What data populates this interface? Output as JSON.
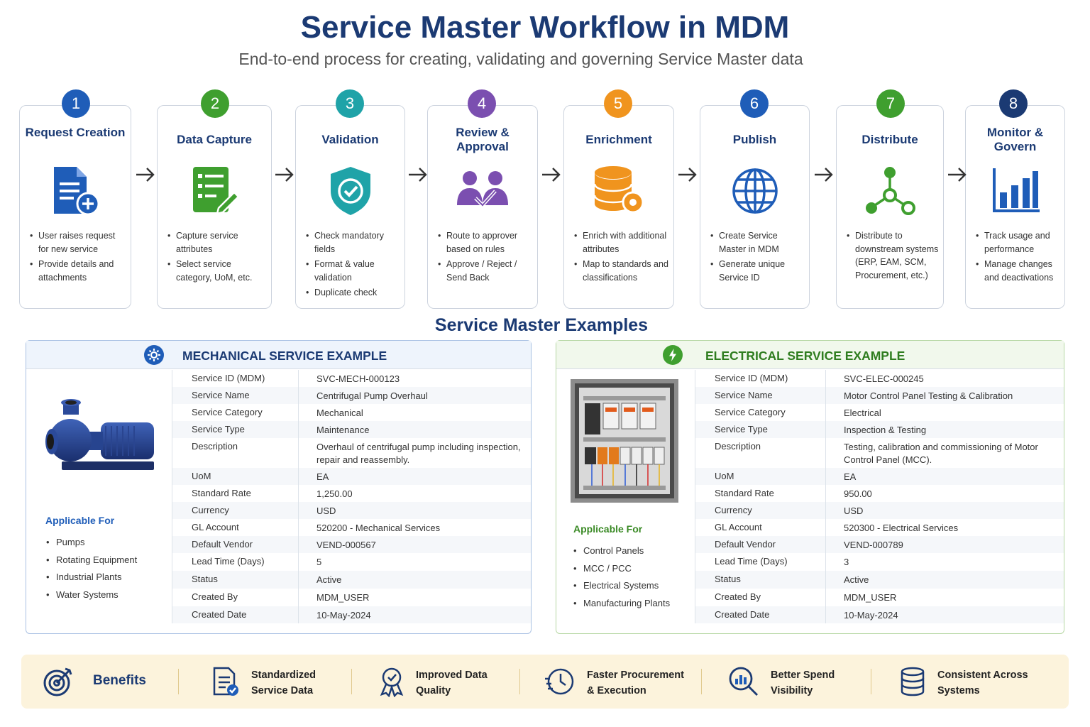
{
  "header": {
    "title": "Service Master Workflow in MDM",
    "subtitle": "End-to-end process for creating, validating and governing Service Master data"
  },
  "steps": [
    {
      "num": "1",
      "title": "Request Creation",
      "color": "#1f5db8",
      "icon": "request-document-icon",
      "bullets": [
        "User raises request for new service",
        "Provide details and attachments"
      ]
    },
    {
      "num": "2",
      "title": "Data Capture",
      "color": "#3f9f2f",
      "icon": "form-edit-icon",
      "bullets": [
        "Capture service attributes",
        "Select service category, UoM, etc."
      ]
    },
    {
      "num": "3",
      "title": "Validation",
      "color": "#1fa3a8",
      "icon": "shield-check-icon",
      "bullets": [
        "Check mandatory fields",
        "Format & value validation",
        "Duplicate check"
      ]
    },
    {
      "num": "4",
      "title": "Review & Approval",
      "color": "#7b4fb0",
      "icon": "users-approval-icon",
      "bullets": [
        "Route to approver based on rules",
        "Approve / Reject / Send Back"
      ]
    },
    {
      "num": "5",
      "title": "Enrichment",
      "color": "#f0941e",
      "icon": "database-gear-icon",
      "bullets": [
        "Enrich with additional attributes",
        "Map to standards and classifications"
      ]
    },
    {
      "num": "6",
      "title": "Publish",
      "color": "#1f5db8",
      "icon": "globe-icon",
      "bullets": [
        "Create Service Master in MDM",
        "Generate unique Service ID"
      ]
    },
    {
      "num": "7",
      "title": "Distribute",
      "color": "#3f9f2f",
      "icon": "network-share-icon",
      "bullets": [
        "Distribute to downstream systems (ERP, EAM, SCM, Procurement, etc.)"
      ]
    },
    {
      "num": "8",
      "title": "Monitor & Govern",
      "color": "#1b3a73",
      "icon": "bar-chart-icon",
      "bullets": [
        "Track usage and performance",
        "Manage changes and deactivations"
      ]
    }
  ],
  "examples": {
    "title": "Service Master Examples",
    "mechanical": {
      "heading": "MECHANICAL SERVICE EXAMPLE",
      "icon": "gear-icon",
      "image": "centrifugal-pump-image",
      "applicable_label": "Applicable For",
      "applicable": [
        "Pumps",
        "Rotating Equipment",
        "Industrial Plants",
        "Water Systems"
      ],
      "rows": [
        {
          "k": "Service ID (MDM)",
          "v": "SVC-MECH-000123"
        },
        {
          "k": "Service Name",
          "v": "Centrifugal Pump Overhaul"
        },
        {
          "k": "Service Category",
          "v": "Mechanical"
        },
        {
          "k": "Service Type",
          "v": "Maintenance"
        },
        {
          "k": "Description",
          "v": "Overhaul of centrifugal pump including inspection, repair and reassembly."
        },
        {
          "k": "UoM",
          "v": "EA"
        },
        {
          "k": "Standard Rate",
          "v": "1,250.00"
        },
        {
          "k": "Currency",
          "v": "USD"
        },
        {
          "k": "GL Account",
          "v": "520200 - Mechanical Services"
        },
        {
          "k": "Default Vendor",
          "v": "VEND-000567"
        },
        {
          "k": "Lead Time (Days)",
          "v": "5"
        },
        {
          "k": "Status",
          "v": "Active"
        },
        {
          "k": "Created By",
          "v": "MDM_USER"
        },
        {
          "k": "Created Date",
          "v": "10-May-2024"
        }
      ]
    },
    "electrical": {
      "heading": "ELECTRICAL SERVICE EXAMPLE",
      "icon": "lightning-icon",
      "image": "motor-control-panel-image",
      "applicable_label": "Applicable For",
      "applicable": [
        "Control Panels",
        "MCC / PCC",
        "Electrical Systems",
        "Manufacturing Plants"
      ],
      "rows": [
        {
          "k": "Service ID (MDM)",
          "v": "SVC-ELEC-000245"
        },
        {
          "k": "Service Name",
          "v": "Motor Control Panel Testing & Calibration"
        },
        {
          "k": "Service Category",
          "v": "Electrical"
        },
        {
          "k": "Service Type",
          "v": "Inspection & Testing"
        },
        {
          "k": "Description",
          "v": "Testing, calibration and commissioning of Motor Control Panel (MCC)."
        },
        {
          "k": "UoM",
          "v": "EA"
        },
        {
          "k": "Standard Rate",
          "v": "950.00"
        },
        {
          "k": "Currency",
          "v": "USD"
        },
        {
          "k": "GL Account",
          "v": "520300 - Electrical Services"
        },
        {
          "k": "Default Vendor",
          "v": "VEND-000789"
        },
        {
          "k": "Lead Time (Days)",
          "v": "3"
        },
        {
          "k": "Status",
          "v": "Active"
        },
        {
          "k": "Created By",
          "v": "MDM_USER"
        },
        {
          "k": "Created Date",
          "v": "10-May-2024"
        }
      ]
    }
  },
  "benefits": {
    "label": "Benefits",
    "icon": "target-icon",
    "items": [
      {
        "text": "Standardized Service Data",
        "icon": "document-check-icon"
      },
      {
        "text": "Improved Data Quality",
        "icon": "award-ribbon-icon"
      },
      {
        "text": "Faster Procurement & Execution",
        "icon": "fast-clock-icon"
      },
      {
        "text": "Better Spend Visibility",
        "icon": "magnifier-chart-icon"
      },
      {
        "text": "Consistent Across Systems",
        "icon": "database-icon"
      }
    ]
  }
}
